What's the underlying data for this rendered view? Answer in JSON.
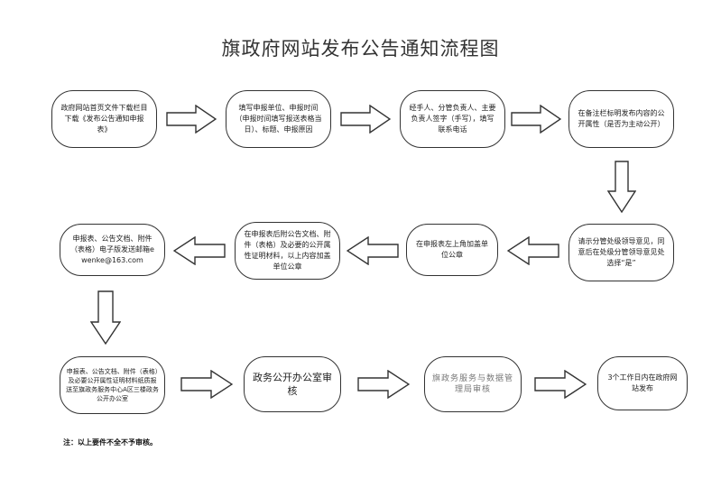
{
  "title": "旗政府网站发布公告通知流程图",
  "steps": {
    "s1": "政府网站首页文件下载栏目下载《发布公告通知申报表》",
    "s2": "填写申报单位、申报时间（申报时间填写报送表格当日）、标题、申报原因",
    "s3": "经手人、分管负责人、主要负责人签字（手写），填写联系电话",
    "s4": "在备注栏标明发布内容的公开属性（是否为主动公开）",
    "s5": "请示分管处级领导意见，同意后在处级分管领导意见处选择“是”",
    "s6": "在申报表左上角加盖单位公章",
    "s7": "在申报表后附公告文档、附件（表格）及必要的公开属性证明材料，以上内容加盖单位公章",
    "s8": "申报表、公告文档、附件（表格）电子版发送邮箱ewenke@163.com",
    "s9": "申报表、公告文档、附件（表格）及必要公开属性证明材料纸质报送至旗政务服务中心A区三楼政务公开办公室",
    "s10": "政务公开办公室审核",
    "s11": "旗政务服务与数据管理局审核",
    "s12": "3个工作日内在政府网站发布"
  },
  "note": "注：以上要件不全不予审核。"
}
